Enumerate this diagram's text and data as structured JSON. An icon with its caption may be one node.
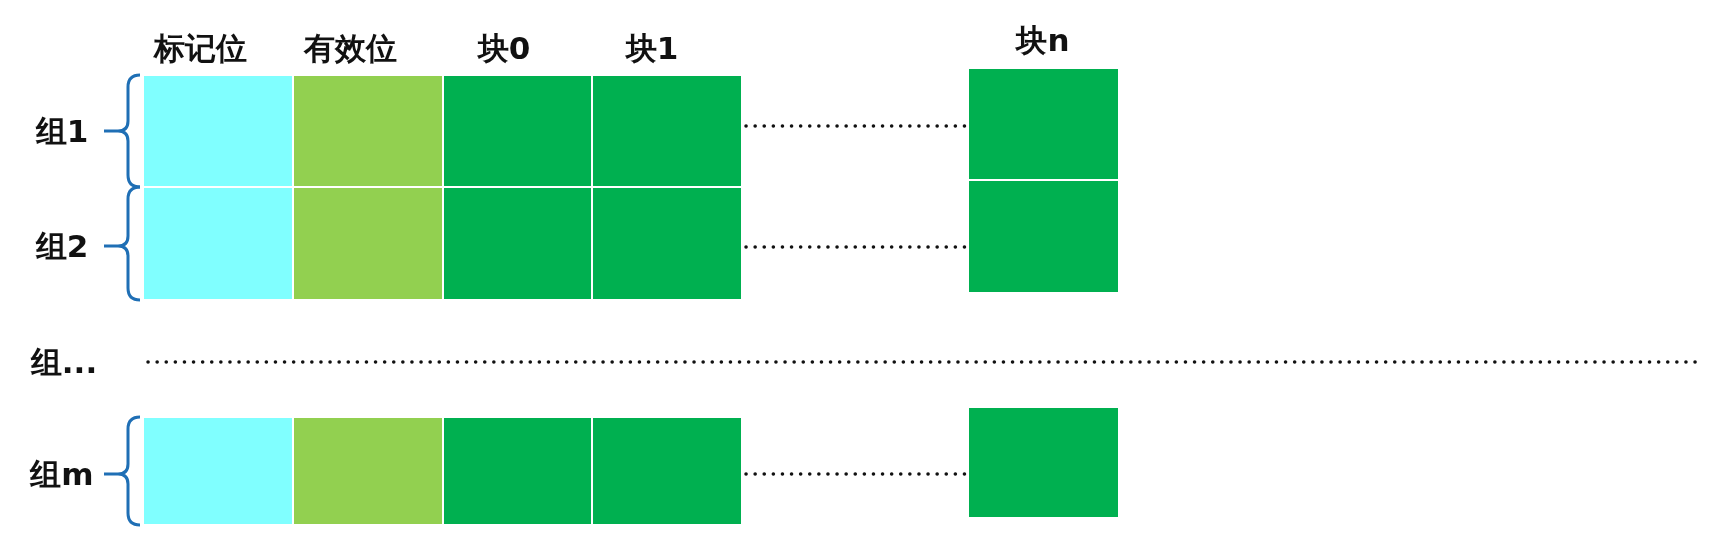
{
  "diagram": {
    "nodes": [
      {
        "text": [],
        "shape": "box"
      },
      {
        "text": [],
        "shape": "box"
      },
      {
        "text": [],
        "shape": "box"
      },
      {
        "text": [],
        "shape": "box"
      },
      {
        "text": [],
        "shape": "box"
      },
      {
        "text": [],
        "shape": "box"
      },
      {
        "text": [],
        "shape": "box"
      },
      {
        "text": [],
        "shape": "box"
      },
      {
        "text": [],
        "shape": "box"
      },
      {
        "text": [],
        "shape": "box"
      },
      {
        "text": [],
        "shape": "box"
      },
      {
        "text": [],
        "shape": "box"
      },
      {
        "text": [],
        "shape": "box"
      },
      {
        "text": [],
        "shape": "box"
      },
      {
        "text": [],
        "shape": "box"
      }
    ],
    "labels": [
      "标记位",
      "有效位",
      "块0",
      "块1",
      "块n",
      "组1",
      "组2",
      "组...",
      "组m"
    ]
  }
}
